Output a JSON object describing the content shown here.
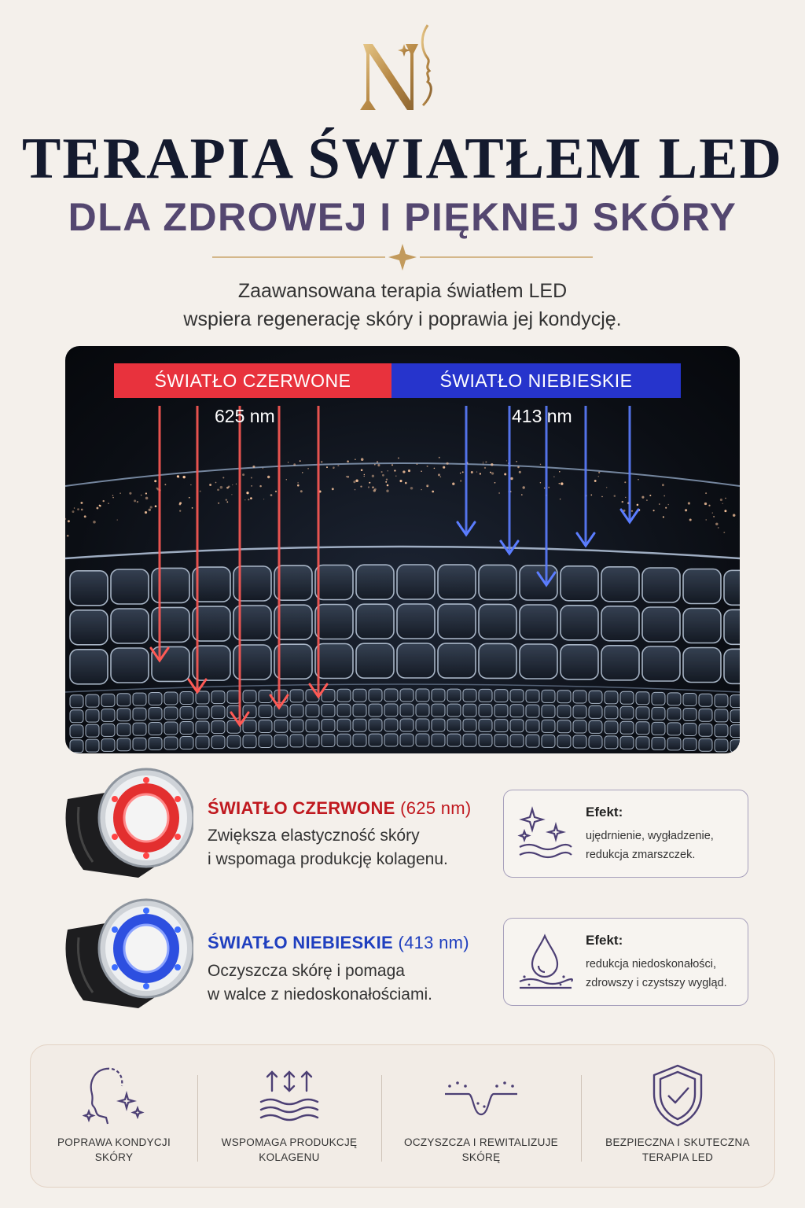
{
  "header": {
    "title": "TERAPIA ŚWIATŁEM LED",
    "subtitle": "DLA ZDROWEJ I PIĘKNEJ SKÓRY",
    "intro_line1": "Zaawansowana terapia światłem LED",
    "intro_line2": "wspiera regenerację skóry i poprawia jej kondycję."
  },
  "diagram": {
    "red_label": "ŚWIATŁO CZERWONE",
    "red_nm": "625 nm",
    "blue_label": "ŚWIATŁO NIEBIESKIE",
    "blue_nm": "413 nm"
  },
  "red_light": {
    "title": "ŚWIATŁO CZERWONE",
    "nm": "(625 nm)",
    "line1": "Zwiększa elastyczność skóry",
    "line2": "i wspomaga produkcję kolagenu.",
    "effect_label": "Efekt:",
    "effect_line1": "ujędrnienie, wygładzenie,",
    "effect_line2": "redukcja zmarszczek.",
    "color": "#c0191f"
  },
  "blue_light": {
    "title": "ŚWIATŁO NIEBIESKIE",
    "nm": "(413 nm)",
    "line1": "Oczyszcza skórę i pomaga",
    "line2": "w walce z niedoskonałościami.",
    "effect_label": "Efekt:",
    "effect_line1": "redukcja niedoskonałości,",
    "effect_line2": "zdrowszy i czystszy wygląd.",
    "color": "#1f3fbf"
  },
  "features": [
    {
      "icon": "face-sparkle-icon",
      "line1": "POPRAWA KONDYCJI",
      "line2": "SKÓRY"
    },
    {
      "icon": "collagen-arrows-icon",
      "line1": "WSPOMAGA PRODUKCJĘ",
      "line2": "KOLAGENU"
    },
    {
      "icon": "pore-cleanse-icon",
      "line1": "OCZYSZCZA I REWITALIZUJE",
      "line2": "SKÓRĘ"
    },
    {
      "icon": "shield-check-icon",
      "line1": "BEZPIECZNA I SKUTECZNA",
      "line2": "TERAPIA LED"
    }
  ]
}
